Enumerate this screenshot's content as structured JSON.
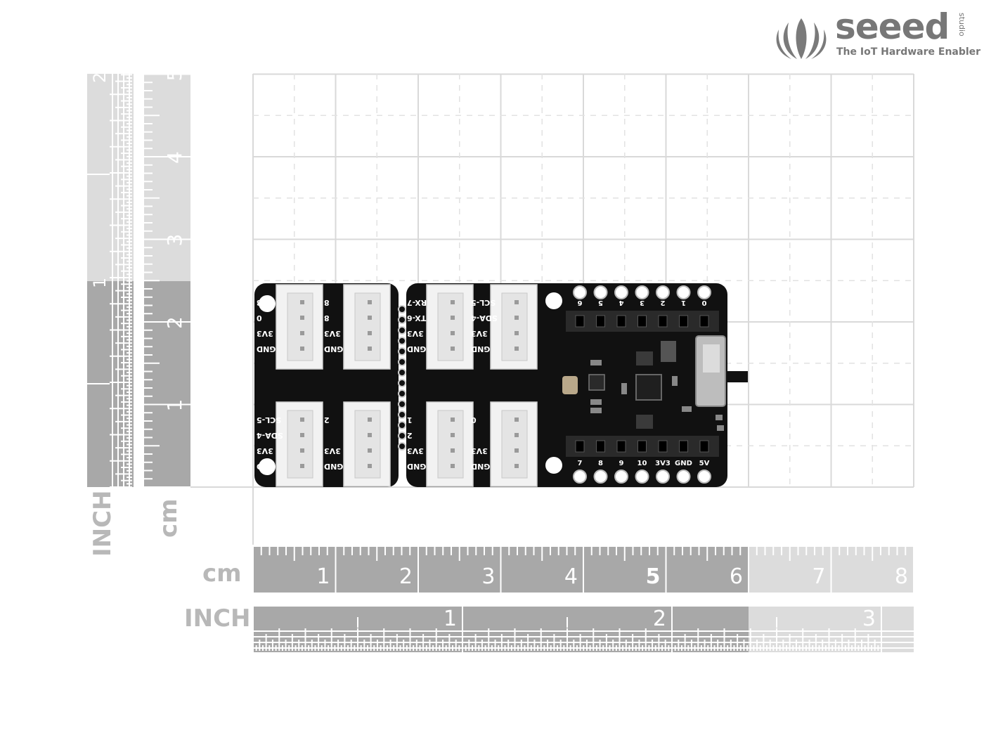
{
  "brand": {
    "name": "seeed",
    "suffix": "studio",
    "tagline": "The IoT Hardware Enabler",
    "color": "#7a7a7a"
  },
  "rulers": {
    "cm_label": "cm",
    "inch_label": "INCH",
    "cm_ticks": [
      "1",
      "2",
      "3",
      "4",
      "5",
      "6",
      "7",
      "8"
    ],
    "cm_bold_tick": "5",
    "inch_ticks": [
      "1",
      "2",
      "3"
    ],
    "vertical_cm_ticks": [
      "1",
      "2",
      "3",
      "4",
      "5"
    ],
    "vertical_inch_ticks": [
      "1",
      "2"
    ],
    "dark_color": "#a8a8a8",
    "light_color": "#dcdcdc"
  },
  "board": {
    "pcb_color": "#111111",
    "connector_color": "#f2f2f2",
    "left_connector_labels": [
      {
        "lines": [
          "8",
          "0",
          "3V3",
          "GND"
        ]
      },
      {
        "lines": [
          "8",
          "8",
          "3V3",
          "GND"
        ]
      },
      {
        "lines": [
          "SCL-5",
          "SDA-4",
          "3V3",
          "GND"
        ]
      },
      {
        "lines": [
          "2",
          "",
          "3V3",
          "GND"
        ]
      }
    ],
    "right_connector_labels": [
      {
        "lines": [
          "RX-7",
          "TX-6",
          "3V3",
          "GND"
        ]
      },
      {
        "lines": [
          "SCL-5",
          "SDA-4",
          "3V3",
          "GND"
        ]
      },
      {
        "lines": [
          "1",
          "2",
          "3V3",
          "GND"
        ]
      },
      {
        "lines": [
          "0",
          "",
          "3V3",
          "GND"
        ]
      }
    ],
    "top_header_labels": [
      "6",
      "5",
      "4",
      "3",
      "2",
      "1",
      "0"
    ],
    "bottom_header_labels": [
      "7",
      "8",
      "9",
      "10",
      "3V3",
      "GND",
      "5V"
    ]
  }
}
